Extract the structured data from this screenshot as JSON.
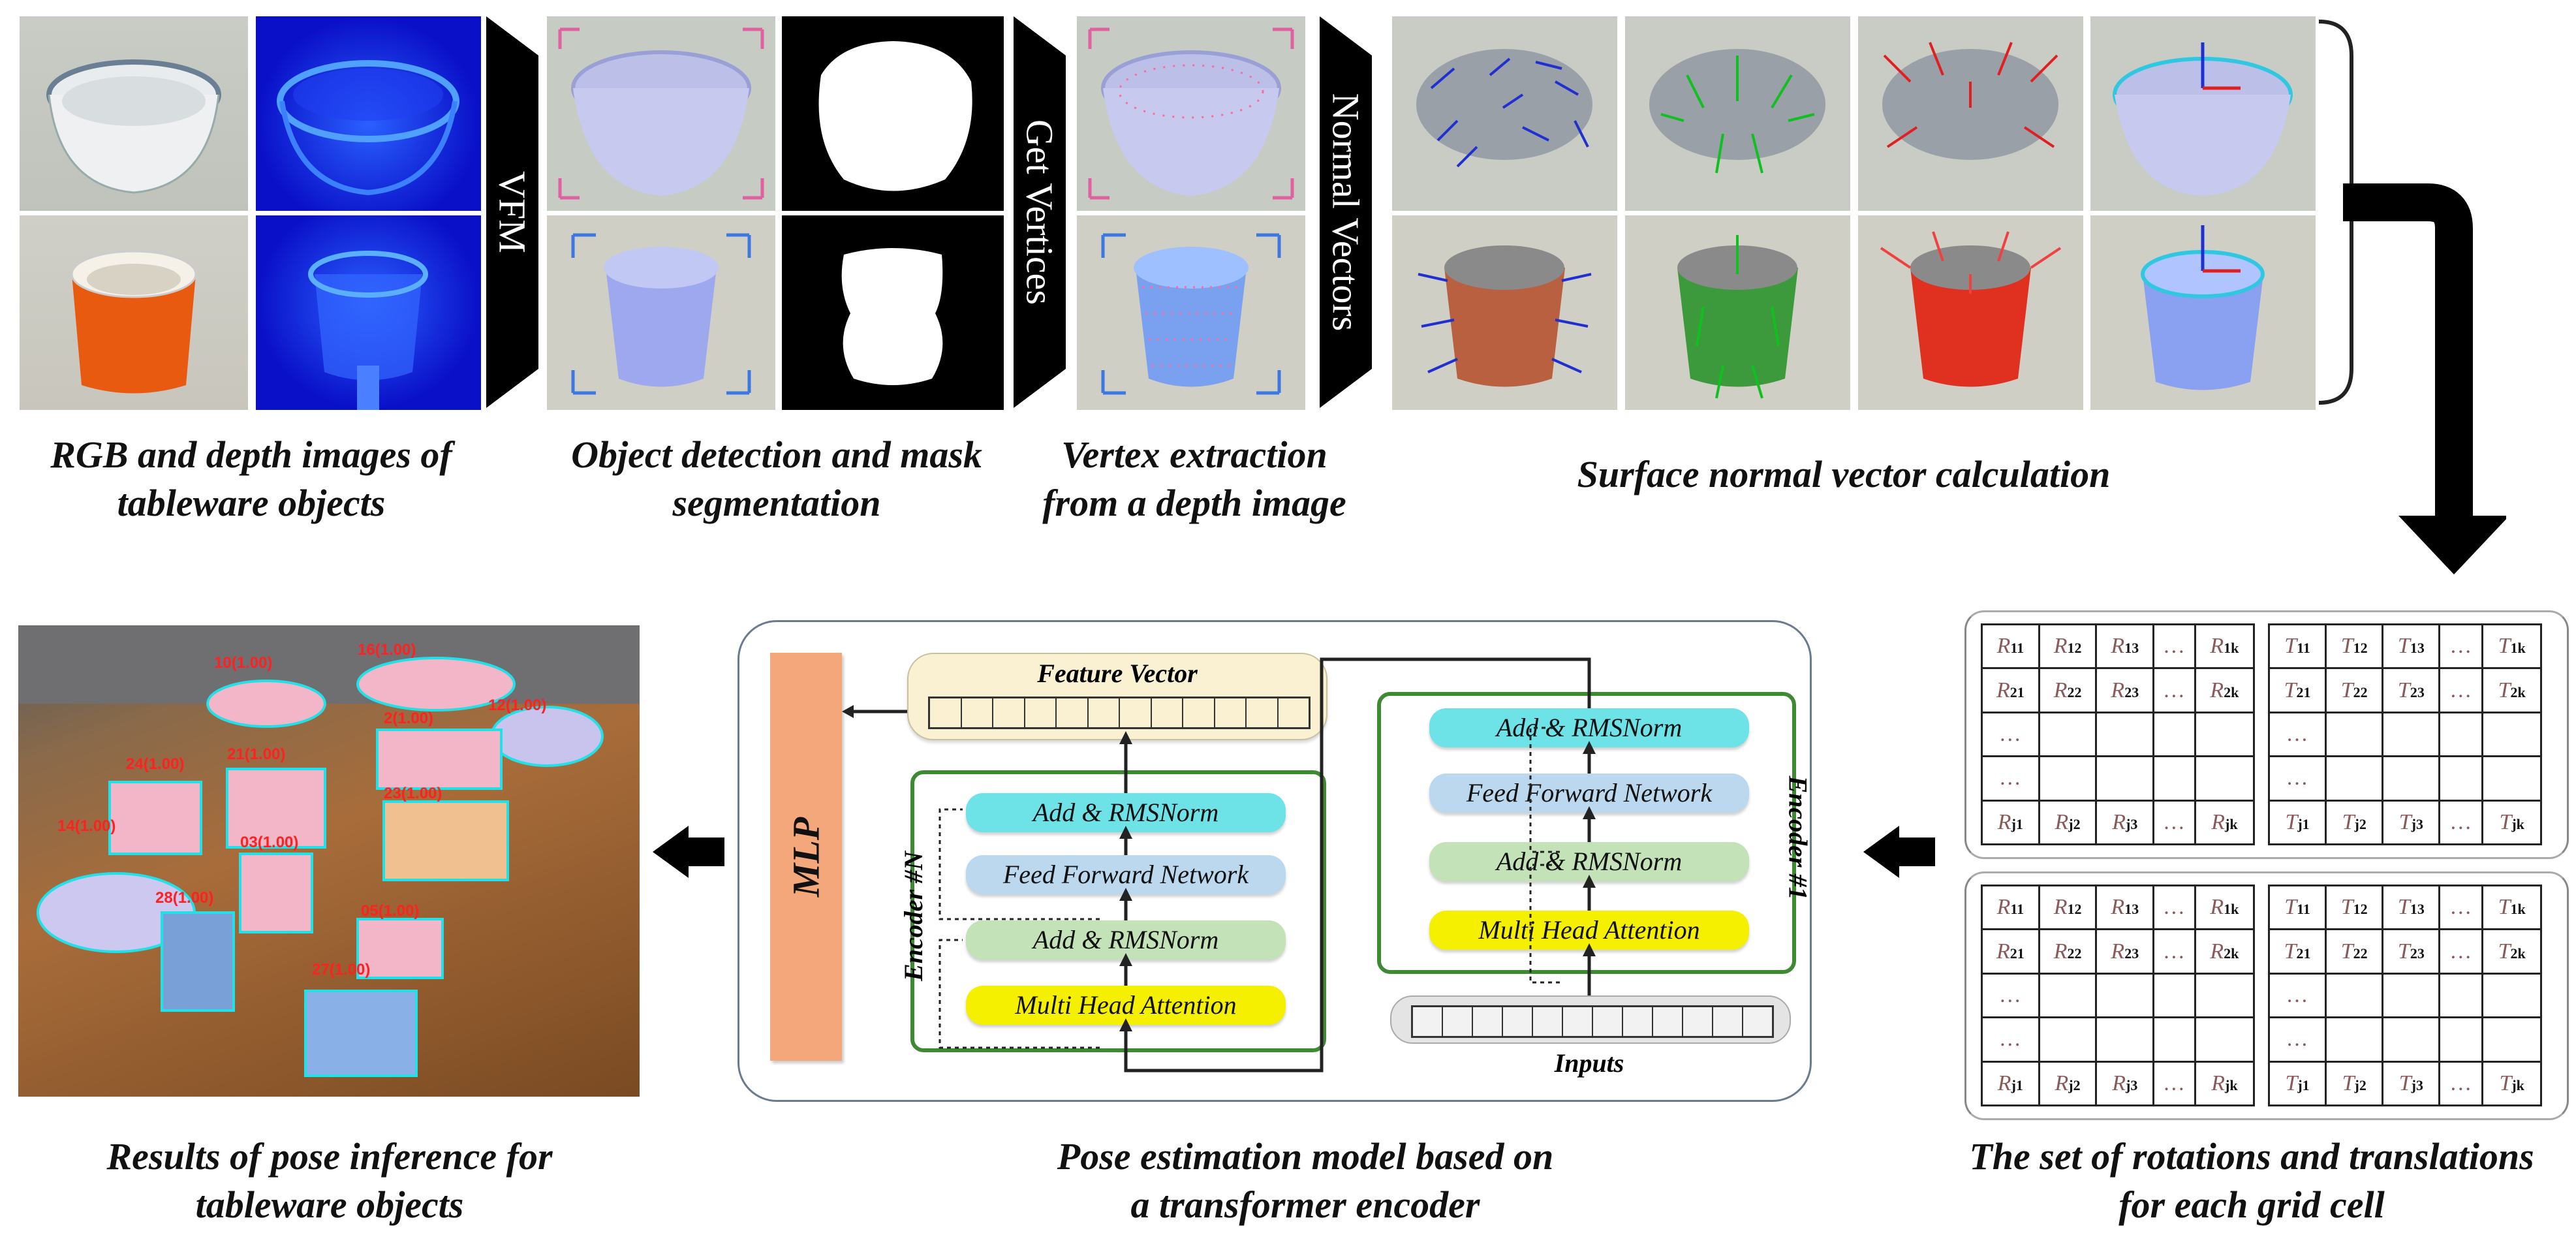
{
  "captions": {
    "rgb_depth": [
      "RGB and depth images of",
      "tableware objects"
    ],
    "detection": [
      "Object detection and mask",
      "segmentation"
    ],
    "vertex": [
      "Vertex extraction",
      "from a depth image"
    ],
    "normals": [
      "Surface normal vector calculation"
    ],
    "pose_results": [
      "Results of pose inference for",
      "tableware objects"
    ],
    "model": [
      "Pose estimation model based on",
      "a transformer encoder"
    ],
    "rotations": [
      "The set of rotations and translations",
      "for each grid cell"
    ]
  },
  "bands": {
    "vfm": "VFM",
    "get_vertices": "Get Vertices",
    "normal_vectors": "Normal Vectors"
  },
  "model": {
    "mlp": "MLP",
    "feature_vector": "Feature Vector",
    "inputs": "Inputs",
    "encoder_n": "Encoder #N",
    "encoder_1": "Encoder #1",
    "add_norm": "Add & RMSNorm",
    "ffn": "Feed Forward Network",
    "mha": "Multi Head Attention"
  },
  "matrix": {
    "r_rows": [
      [
        "R",
        "11"
      ],
      [
        "R",
        "12"
      ],
      [
        "R",
        "13"
      ],
      [
        "…",
        ""
      ],
      [
        "R",
        "1k"
      ]
    ],
    "r_row2": [
      [
        "R",
        "21"
      ],
      [
        "R",
        "22"
      ],
      [
        "R",
        "23"
      ],
      [
        "…",
        ""
      ],
      [
        "R",
        "2k"
      ]
    ],
    "r_last": [
      [
        "R",
        "j1"
      ],
      [
        "R",
        "j2"
      ],
      [
        "R",
        "j3"
      ],
      [
        "…",
        ""
      ],
      [
        "R",
        "jk"
      ]
    ],
    "t_rows": [
      [
        "T",
        "11"
      ],
      [
        "T",
        "12"
      ],
      [
        "T",
        "13"
      ],
      [
        "…",
        ""
      ],
      [
        "T",
        "1k"
      ]
    ],
    "t_row2": [
      [
        "T",
        "21"
      ],
      [
        "T",
        "22"
      ],
      [
        "T",
        "23"
      ],
      [
        "…",
        ""
      ],
      [
        "T",
        "2k"
      ]
    ],
    "t_last": [
      [
        "T",
        "j1"
      ],
      [
        "T",
        "j2"
      ],
      [
        "T",
        "j3"
      ],
      [
        "…",
        ""
      ],
      [
        "T",
        "jk"
      ]
    ],
    "dots": "…"
  },
  "pose_labels": [
    "10(1.00)",
    "16(1.00)",
    "24(1.00)",
    "21(1.00)",
    "2(1.00)",
    "12(1.00)",
    "23(1.00)",
    "14(1.00)",
    "03(1.00)",
    "28(1.00)",
    "05(1.00)",
    "27(1.00)"
  ],
  "colors": {
    "encoder_border": "#3d8a33",
    "add_norm": "#6de3e8",
    "ffn": "#bcd8ee",
    "add_norm_2": "#c4e2b8",
    "mha": "#f5f000",
    "mlp": "#f4a77a",
    "feature_bg": "#faf0d2",
    "pose_box": "#20e0e8"
  }
}
